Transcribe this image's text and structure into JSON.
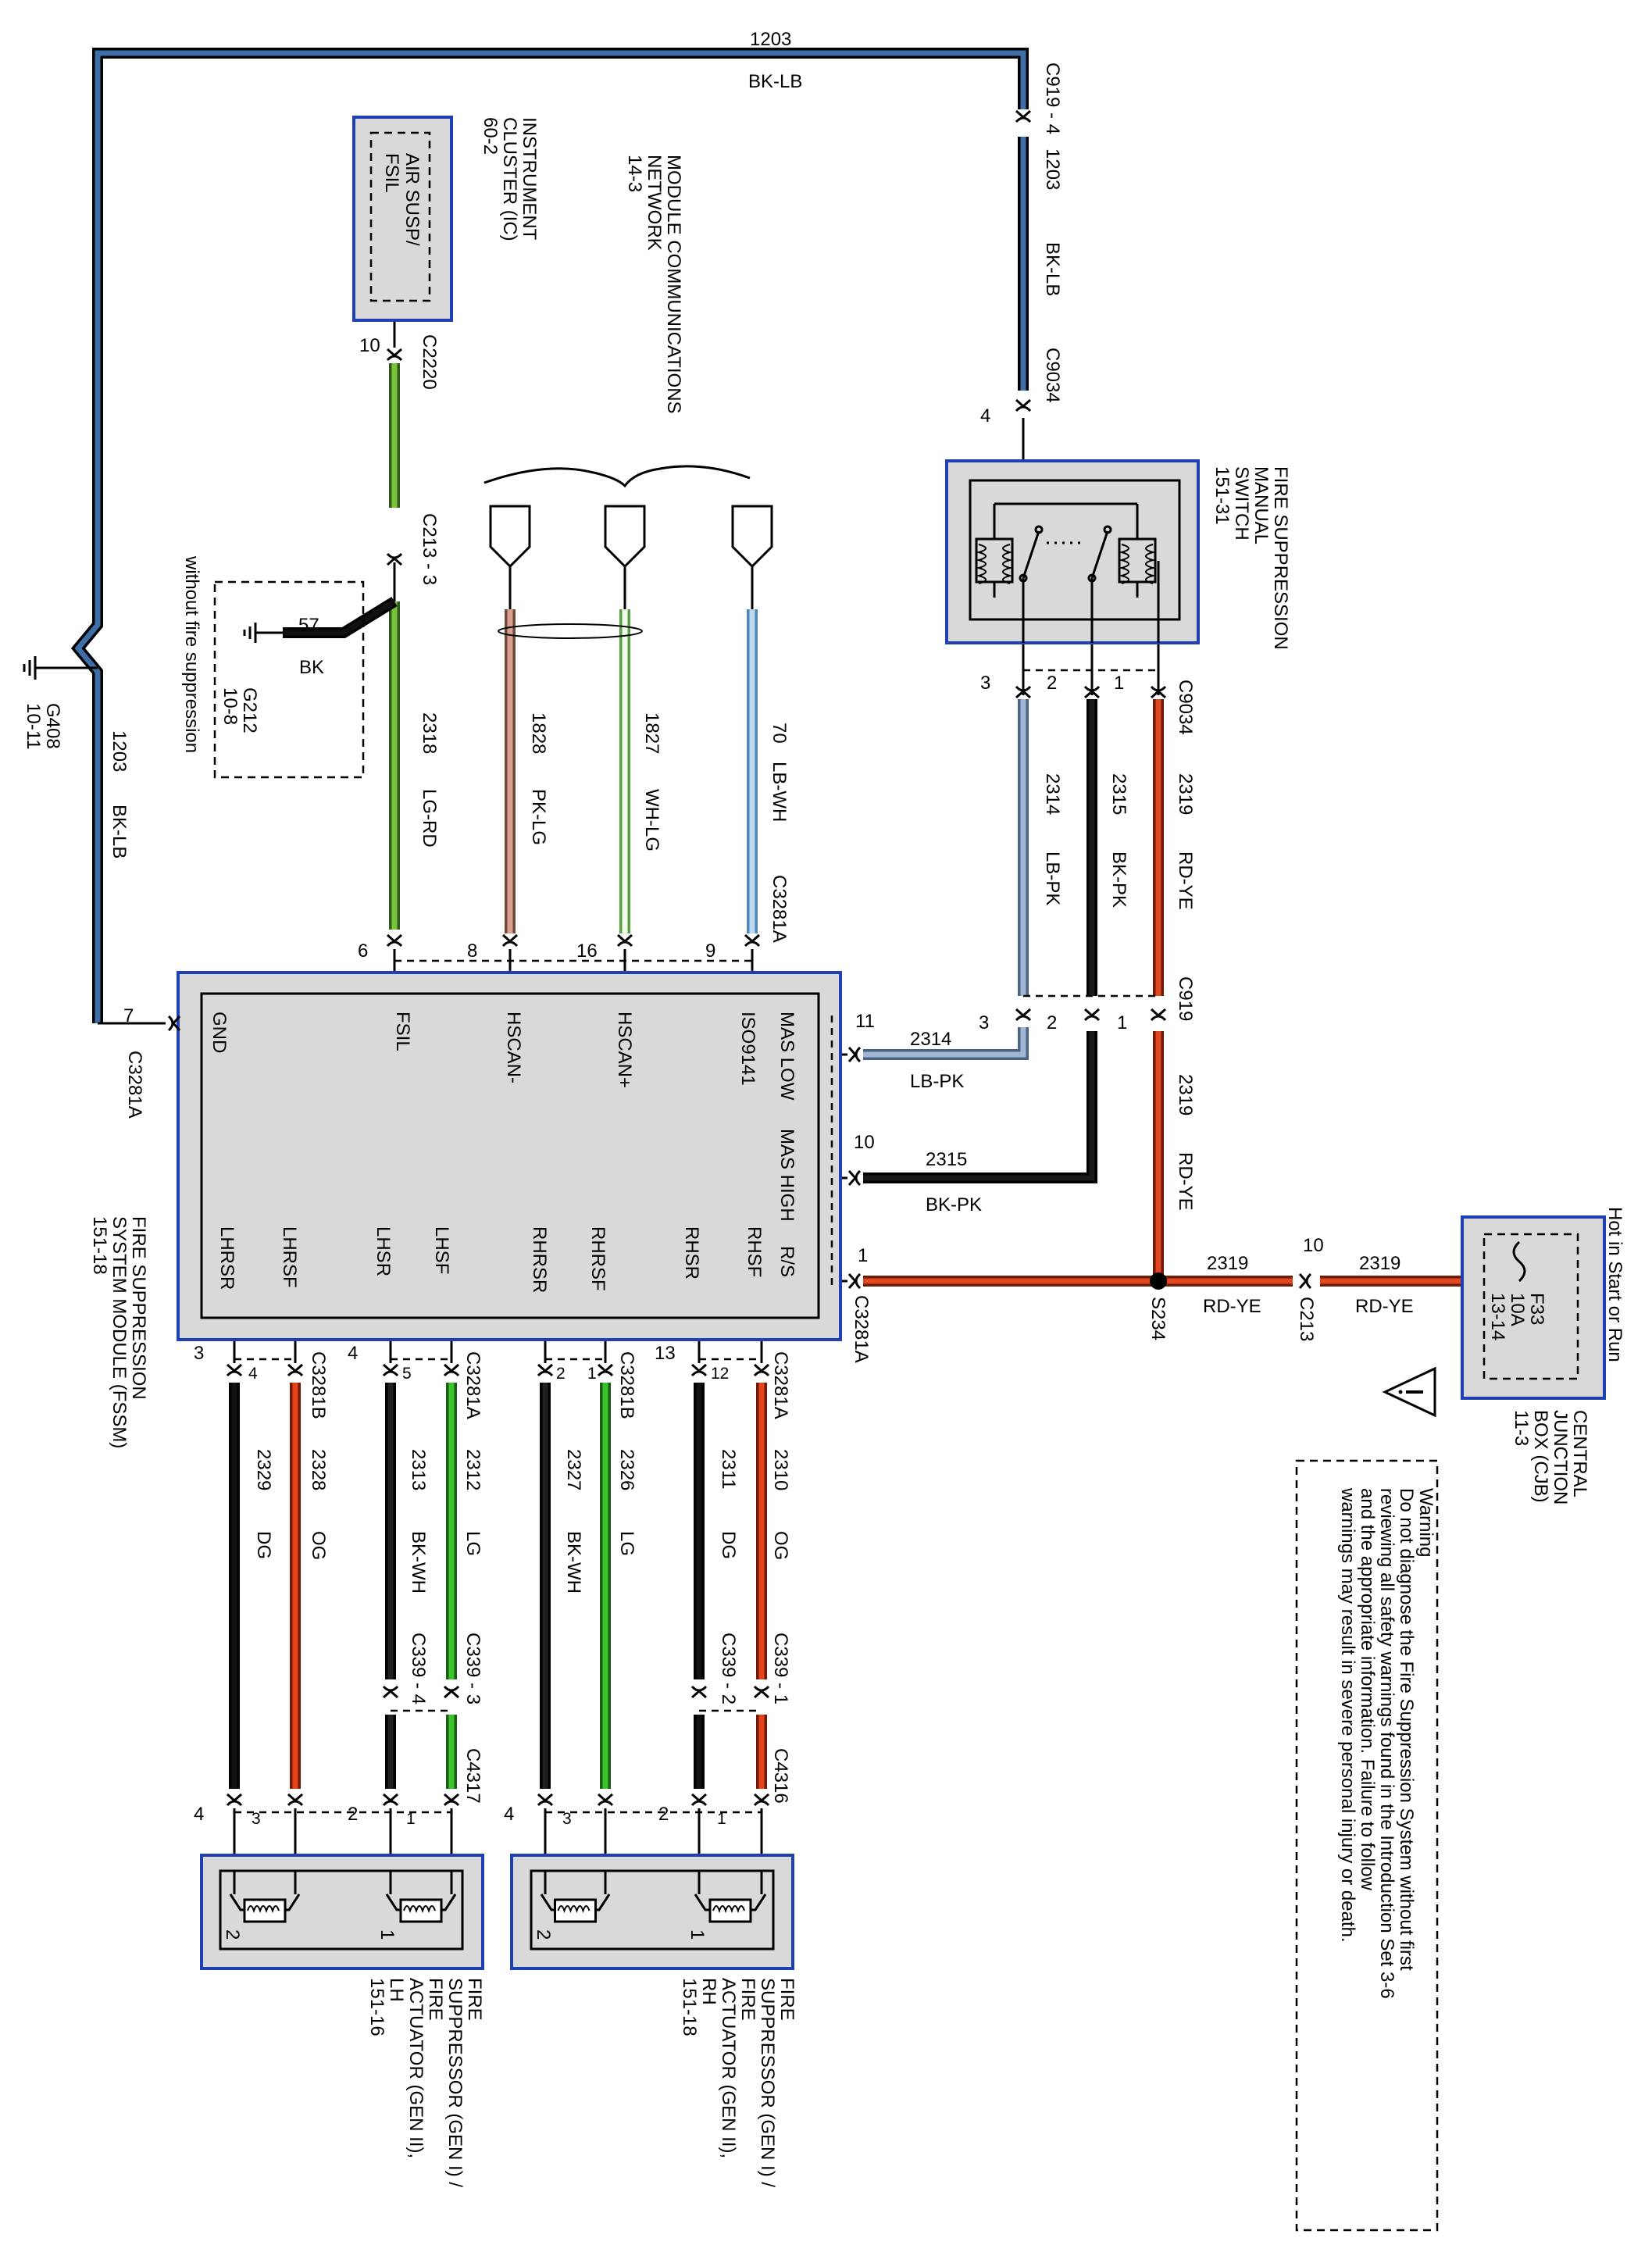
{
  "colors": {
    "BK-LB": {
      "core": "#3d6ea8",
      "edge": "#000000"
    },
    "LG-RD": {
      "core": "#77c43a",
      "edge": "#2f5a1a"
    },
    "PK-LG": {
      "core": "#d9a090",
      "edge": "#6b4a3a"
    },
    "WH-LG": {
      "core": "#f0fbea",
      "edge": "#57a046"
    },
    "LB-WH": {
      "core": "#bcd9ef",
      "edge": "#4f87ba"
    },
    "LB-PK": {
      "core": "#9fb6d4",
      "edge": "#4b6380"
    },
    "BK-PK": {
      "core": "#1a1a1a",
      "edge": "#000000"
    },
    "RD-YE": {
      "core": "#e0461f",
      "edge": "#701a08"
    },
    "OG": {
      "core": "#e5431a",
      "edge": "#6e1a05"
    },
    "DG": {
      "core": "#111111",
      "edge": "#000000"
    },
    "LG": {
      "core": "#39c42c",
      "edge": "#1a5e13"
    },
    "BK-WH": {
      "core": "#202020",
      "edge": "#000000"
    },
    "BK": {
      "core": "#101010",
      "edge": "#000000"
    }
  },
  "top_wire": {
    "circuit": "1203",
    "color": "BK-LB"
  },
  "c919_top": "C919 - 4",
  "right_1203": {
    "circuit": "1203",
    "color": "BK-LB"
  },
  "c9034_top": "C9034",
  "c9034_top_pin": "4",
  "left_1203": {
    "circuit": "1203",
    "color": "BK-LB"
  },
  "g408": {
    "name": "G408",
    "page": "10-11"
  },
  "ic": {
    "lines": [
      "INSTRUMENT",
      "CLUSTER (IC)",
      "60-2"
    ],
    "inner": [
      "AIR SUSP/",
      "FSIL"
    ]
  },
  "c2220": {
    "name": "C2220",
    "pin": "10"
  },
  "c213_3": "C213 - 3",
  "ground_box": {
    "circuit": "57",
    "color": "BK",
    "g212": "G212",
    "page": "10-8",
    "note": "without fire suppression"
  },
  "mcn": {
    "lines": [
      "MODULE COMMUNICATIONS",
      "NETWORK",
      "14-3"
    ]
  },
  "fsil_wire": {
    "circuit": "2318",
    "color": "LG-RD"
  },
  "pklg_wire": {
    "circuit": "1828",
    "color": "PK-LG"
  },
  "whlg_wire": {
    "circuit": "1827",
    "color": "WH-LG"
  },
  "lbwh_wire": {
    "circuit": "70",
    "color": "LB-WH"
  },
  "c3281a_top": "C3281A",
  "top_pins": [
    "6",
    "8",
    "16",
    "9"
  ],
  "switch": {
    "lines": [
      "FIRE SUPPRESSION",
      "MANUAL",
      "SWITCH",
      "151-31"
    ]
  },
  "c9034_bottom": "C9034",
  "switch_pins": [
    "3",
    "2",
    "1"
  ],
  "sw_lbpk": {
    "circuit": "2314",
    "color": "LB-PK"
  },
  "sw_bkpk": {
    "circuit": "2315",
    "color": "BK-PK"
  },
  "sw_rdye": {
    "circuit": "2319",
    "color": "RD-YE"
  },
  "c919": {
    "name": "C919",
    "pins": [
      "3",
      "2",
      "1"
    ]
  },
  "fssm": {
    "title_lines": [
      "FIRE  SUPPRESSION",
      "SYSTEM MODULE (FSSM)",
      "151-18"
    ],
    "pins_left": [
      "GND",
      "FSIL",
      "HSCAN-",
      "HSCAN+",
      "ISO9141"
    ],
    "pins_right": [
      "MAS LOW",
      "MAS HIGH",
      "R/S"
    ],
    "pins_bottom": [
      "LHRSR",
      "LHRSF",
      "LHSR",
      "LHSF",
      "RHRSR",
      "RHRSF",
      "RHSR",
      "RHSF"
    ]
  },
  "gnd_pin": {
    "pin": "7",
    "connector": "C3281A"
  },
  "mas_low": {
    "pin": "11",
    "circuit": "2314",
    "color": "LB-PK"
  },
  "mas_high": {
    "pin": "10",
    "circuit": "2315",
    "color": "BK-PK"
  },
  "rs": {
    "pin": "1",
    "connector": "C3281A"
  },
  "c919_2319": {
    "circuit": "2319",
    "color": "RD-YE"
  },
  "s234": {
    "name": "S234",
    "circuit": "2319",
    "color": "RD-YE"
  },
  "c213": {
    "name": "C213",
    "pin": "10",
    "circuit": "2319",
    "color": "RD-YE"
  },
  "cjb": {
    "lines": [
      "CENTRAL",
      "JUNCTION",
      "BOX (CJB)",
      "11-3"
    ],
    "fuse": [
      "F33",
      "10A",
      "13-14"
    ],
    "hot": "Hot in Start or Run"
  },
  "warning": {
    "lines": [
      "Warning",
      "Do not diagnose the Fire Suppression System without first",
      "reviewing all safety warnings found in the Introduction Set  3-6",
      "and the appropriate information. Failure to follow",
      "warnings may result in severe personal injury or death."
    ]
  },
  "bottom_wires": [
    {
      "circuit": "2329",
      "color": "DG"
    },
    {
      "circuit": "2328",
      "color": "OG"
    },
    {
      "circuit": "2313",
      "color": "BK-WH"
    },
    {
      "circuit": "2312",
      "color": "LG"
    },
    {
      "circuit": "2327",
      "color": "BK-WH"
    },
    {
      "circuit": "2326",
      "color": "LG"
    },
    {
      "circuit": "2311",
      "color": "DG"
    },
    {
      "circuit": "2310",
      "color": "OG"
    }
  ],
  "bottom_pins": [
    "3",
    "4",
    "4",
    "5",
    "2",
    "1",
    "13",
    "12"
  ],
  "bottom_connectors": [
    "C3281B",
    "C3281A",
    "C3281B",
    "C3281A"
  ],
  "c339": [
    "C339 - 4",
    "C339 - 3",
    "C339 - 2",
    "C339 - 1"
  ],
  "c4317": "C4317",
  "c4316": "C4316",
  "act_pins": [
    "4",
    "3",
    "2",
    "1"
  ],
  "lh_actuator": {
    "lines": [
      "FIRE",
      "SUPPRESSOR (GEN I) /",
      "FIRE",
      "ACTUATOR (GEN II),",
      "LH",
      "151-16"
    ],
    "coils": [
      "2",
      "1"
    ]
  },
  "rh_actuator": {
    "lines": [
      "FIRE",
      "SUPPRESSOR (GEN I) /",
      "FIRE",
      "ACTUATOR (GEN II),",
      "RH",
      "151-18"
    ],
    "coils": [
      "2",
      "1"
    ]
  }
}
